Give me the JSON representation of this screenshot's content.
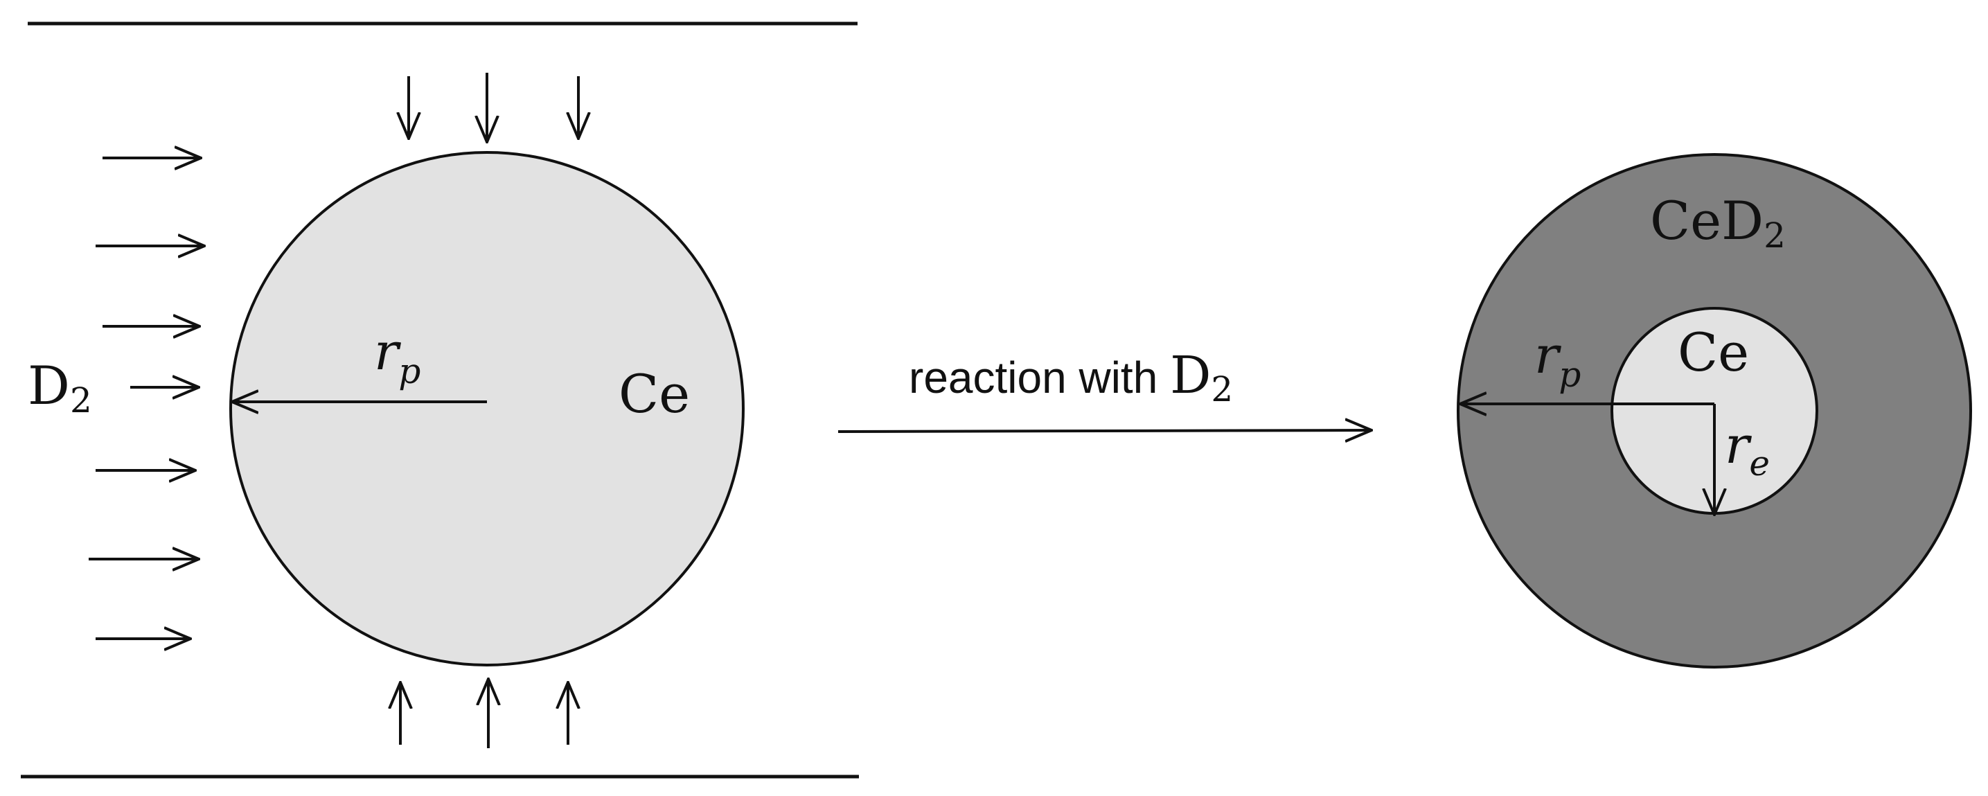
{
  "colors": {
    "line": "#111111",
    "particle_fill": "#e2e2e2",
    "shell_fill": "#808080",
    "background": "#ffffff"
  },
  "left_panel": {
    "gas_label": {
      "base": "D",
      "sub": "2"
    },
    "particle_label": "Ce",
    "radius_label": {
      "base": "r",
      "sub": "p"
    }
  },
  "process": {
    "label_text": "reaction with ",
    "label_species": {
      "base": "D",
      "sub": "2"
    }
  },
  "right_panel": {
    "shell_label": {
      "base": "CeD",
      "sub": "2"
    },
    "core_label": "Ce",
    "outer_radius_label": {
      "base": "r",
      "sub": "p"
    },
    "inner_radius_label": {
      "base": "r",
      "sub": "e"
    }
  }
}
